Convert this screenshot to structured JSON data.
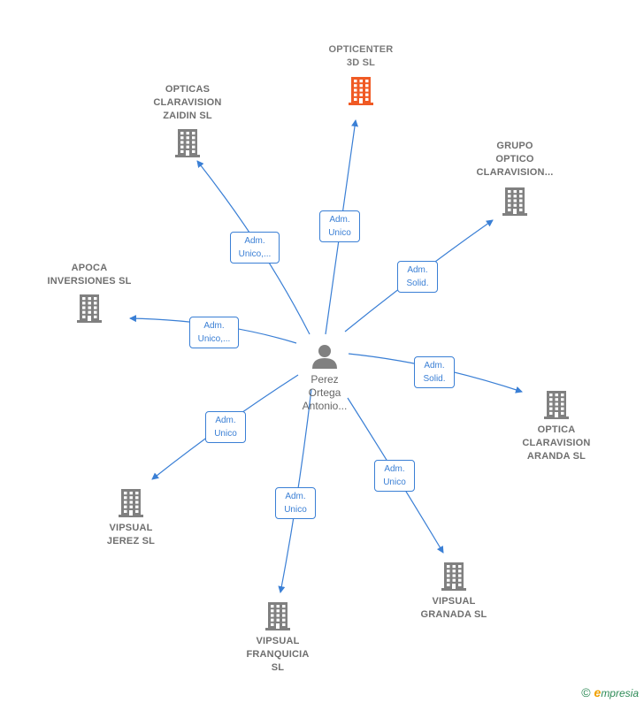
{
  "colors": {
    "edge": "#3a7fd5",
    "company": "#808080",
    "company_highlight": "#f05a24",
    "person": "#808080",
    "brand": "#2e8b57",
    "brand_accent": "#f0a000"
  },
  "person": {
    "name_lines": [
      "Perez",
      "Ortega",
      "Antonio..."
    ],
    "icon": "person-icon"
  },
  "companies": [
    {
      "id": "opticenter",
      "lines": [
        "OPTICENTER",
        "3D  SL"
      ],
      "highlight": true,
      "icon": "building-icon"
    },
    {
      "id": "zaidin",
      "lines": [
        "OPTICAS",
        "CLARAVISION",
        "ZAIDIN  SL"
      ],
      "highlight": false,
      "icon": "building-icon"
    },
    {
      "id": "grupo",
      "lines": [
        "GRUPO",
        "OPTICO",
        "CLARAVISION..."
      ],
      "highlight": false,
      "icon": "building-icon"
    },
    {
      "id": "apoca",
      "lines": [
        "APOCA",
        "INVERSIONES SL"
      ],
      "highlight": false,
      "icon": "building-icon"
    },
    {
      "id": "aranda",
      "lines": [
        "OPTICA",
        "CLARAVISION",
        "ARANDA  SL"
      ],
      "highlight": false,
      "icon": "building-icon"
    },
    {
      "id": "jerez",
      "lines": [
        "VIPSUAL",
        "JEREZ  SL"
      ],
      "highlight": false,
      "icon": "building-icon"
    },
    {
      "id": "franquicia",
      "lines": [
        "VIPSUAL",
        "FRANQUICIA",
        "SL"
      ],
      "highlight": false,
      "icon": "building-icon"
    },
    {
      "id": "granada",
      "lines": [
        "VIPSUAL",
        "GRANADA  SL"
      ],
      "highlight": false,
      "icon": "building-icon"
    }
  ],
  "roles": [
    {
      "to": "opticenter",
      "lines": [
        "Adm.",
        "Unico"
      ]
    },
    {
      "to": "zaidin",
      "lines": [
        "Adm.",
        "Unico,..."
      ]
    },
    {
      "to": "grupo",
      "lines": [
        "Adm.",
        "Solid."
      ]
    },
    {
      "to": "apoca",
      "lines": [
        "Adm.",
        "Unico,..."
      ]
    },
    {
      "to": "aranda",
      "lines": [
        "Adm.",
        "Solid."
      ]
    },
    {
      "to": "jerez",
      "lines": [
        "Adm.",
        "Unico"
      ]
    },
    {
      "to": "franquicia",
      "lines": [
        "Adm.",
        "Unico"
      ]
    },
    {
      "to": "granada",
      "lines": [
        "Adm.",
        "Unico"
      ]
    }
  ],
  "brand": {
    "copyright": "©",
    "initial": "e",
    "rest": "mpresia"
  }
}
